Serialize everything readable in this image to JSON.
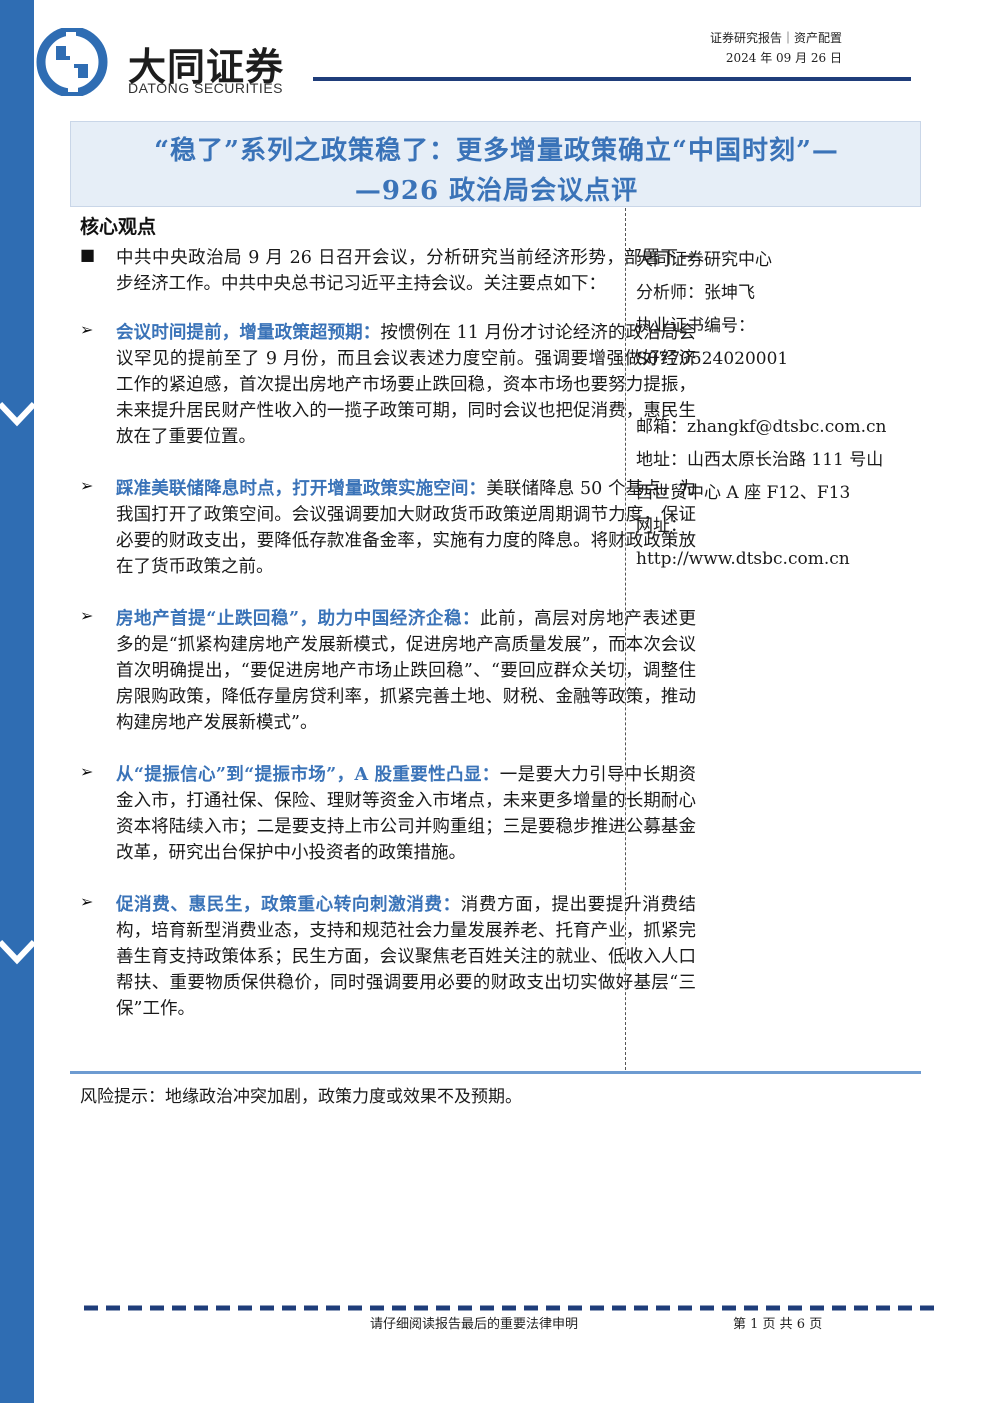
{
  "header": {
    "brand_cn": "大同证券",
    "brand_en": "DATONG SECURITIES",
    "report_type": "证券研究报告｜资产配置",
    "date": "2024 年 09 月 26 日"
  },
  "title": {
    "line1": "“稳了”系列之政策稳了：更多增量政策确立“中国时刻”—",
    "line2": "—926 政治局会议点评"
  },
  "core": {
    "heading": "核心观点",
    "intro": "中共中央政治局 9 月 26 日召开会议，分析研究当前经济形势，部署下一步经济工作。中共中央总书记习近平主持会议。关注要点如下：",
    "points": [
      {
        "highlight": "会议时间提前，增量政策超预期：",
        "body": "按惯例在 11 月份才讨论经济的政治局会议罕见的提前至了 9 月份，而且会议表述力度空前。强调要增强做好经济工作的紧迫感，首次提出房地产市场要止跌回稳，资本市场也要努力提振，未来提升居民财产性收入的一揽子政策可期，同时会议也把促消费，惠民生放在了重要位置。"
      },
      {
        "highlight": "踩准美联储降息时点，打开增量政策实施空间：",
        "body": "美联储降息 50 个基点，为我国打开了政策空间。会议强调要加大财政货币政策逆周期调节力度，保证必要的财政支出，要降低存款准备金率，实施有力度的降息。将财政政策放在了货币政策之前。"
      },
      {
        "highlight": "房地产首提“止跌回稳”，助力中国经济企稳：",
        "body": "此前，高层对房地产表述更多的是“抓紧构建房地产发展新模式，促进房地产高质量发展”，而本次会议首次明确提出，“要促进房地产市场止跌回稳”、“要回应群众关切，调整住房限购政策，降低存量房贷利率，抓紧完善土地、财税、金融等政策，推动构建房地产发展新模式”。"
      },
      {
        "highlight": "从“提振信心”到“提振市场”，A 股重要性凸显：",
        "body": "一是要大力引导中长期资金入市，打通社保、保险、理财等资金入市堵点，未来更多增量的长期耐心资本将陆续入市；二是要支持上市公司并购重组；三是要稳步推进公募基金改革，研究出台保护中小投资者的政策措施。"
      },
      {
        "highlight": "促消费、惠民生，政策重心转向刺激消费：",
        "body": "消费方面，提出要提升消费结构，培育新型消费业态，支持和规范社会力量发展养老、托育产业，抓紧完善生育支持政策体系；民生方面，会议聚焦老百姓关注的就业、低收入人口帮扶、重要物质保供稳价，同时强调要用必要的财政支出切实做好基层“三保”工作。"
      }
    ]
  },
  "sidebar": {
    "org": "大同证券研究中心",
    "analyst": "分析师：张坤飞",
    "cert_label": "执业证书编号：",
    "cert_no": "S0770524020001",
    "email": "邮箱：zhangkf@dtsbc.com.cn",
    "address_1": "地址：山西太原长治路 111 号山",
    "address_2": "西世贸中心 A 座 F12、F13",
    "web_label": "网址：",
    "web_url": "http://www.dtsbc.com.cn"
  },
  "risk": "风险提示：地缘政治冲突加剧，政策力度或效果不及预期。",
  "footer": {
    "note": "请仔细阅读报告最后的重要法律申明",
    "page": "第 1 页 共 6 页"
  },
  "colors": {
    "accent": "#3a73b8",
    "strip": "#2f6db3",
    "title_bg": "#e6eef7",
    "rule_dark": "#1f3d7a"
  }
}
